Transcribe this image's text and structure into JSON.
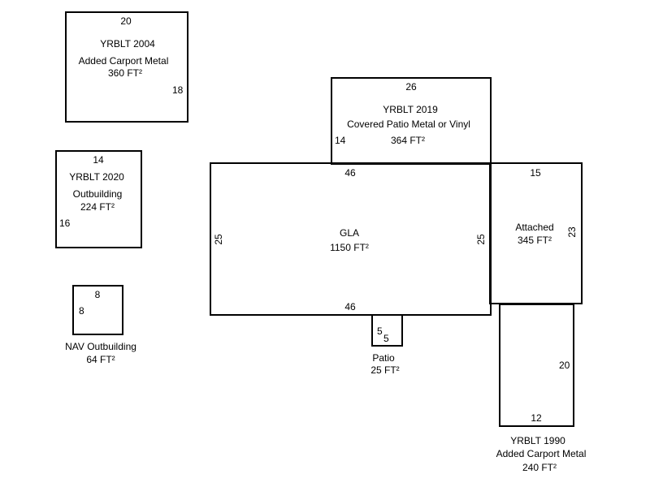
{
  "shapes": {
    "carport2004": {
      "top": "20",
      "right": "18",
      "year": "YRBLT 2004",
      "name": "Added Carport Metal",
      "area": "360 FT²"
    },
    "outbuilding2020": {
      "top": "14",
      "left": "16",
      "year": "YRBLT 2020",
      "name": "Outbuilding",
      "area": "224 FT²"
    },
    "nav_outbuilding": {
      "top": "8",
      "left": "8",
      "name": "NAV Outbuilding",
      "area": "64 FT²"
    },
    "covered_patio2019": {
      "top": "26",
      "left": "14",
      "year": "YRBLT 2019",
      "name": "Covered Patio Metal or Vinyl",
      "area": "364 FT²"
    },
    "gla": {
      "top": "46",
      "bottom": "46",
      "left": "25",
      "right": "25",
      "name": "GLA",
      "area": "1150 FT²"
    },
    "attached": {
      "top": "15",
      "right": "23",
      "name": "Attached",
      "area": "345 FT²"
    },
    "patio": {
      "left": "5",
      "inner": "5",
      "name": "Patio",
      "area": "25 FT²"
    },
    "carport1990": {
      "right": "20",
      "bottom": "12",
      "year": "YRBLT 1990",
      "name": "Added Carport Metal",
      "area": "240 FT²"
    }
  }
}
